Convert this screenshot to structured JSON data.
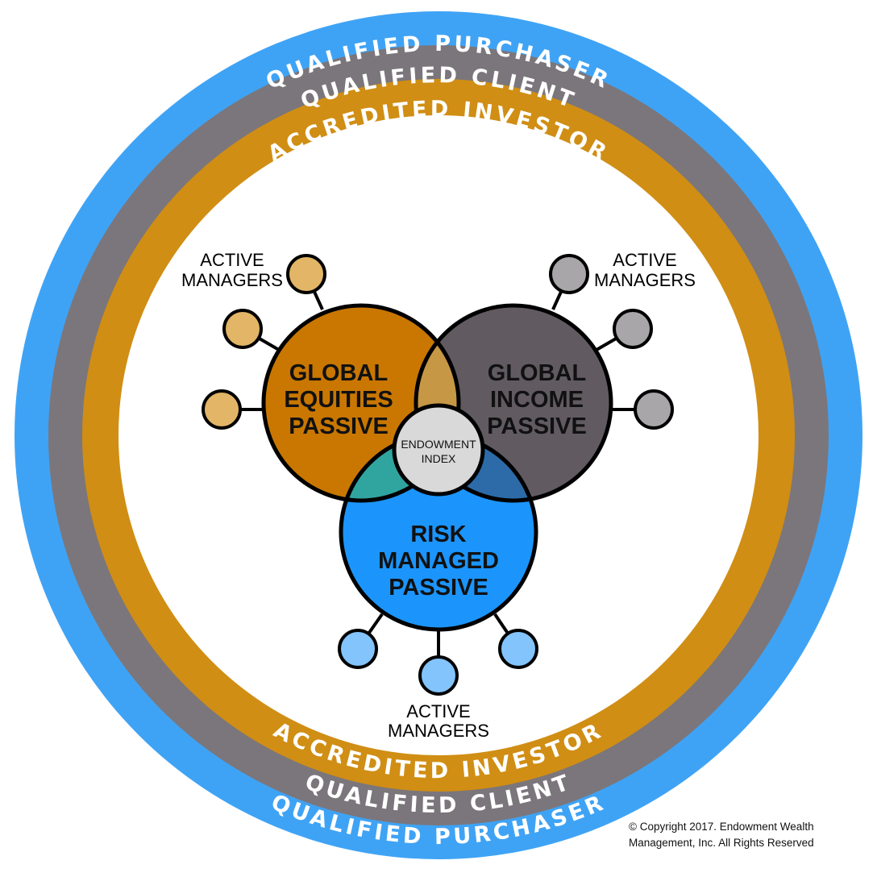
{
  "rings": {
    "outer": {
      "label": "QUALIFIED PURCHASER",
      "color": "#3fa3f5"
    },
    "middle": {
      "label": "QUALIFIED CLIENT",
      "color": "#7b767b"
    },
    "inner": {
      "label": "ACCREDITED INVESTOR",
      "color": "#d08e14"
    }
  },
  "circles": {
    "equities": {
      "lines": [
        "GLOBAL",
        "EQUITIES",
        "PASSIVE"
      ],
      "color": "#c97701",
      "satellite_color": "#e2b567"
    },
    "income": {
      "lines": [
        "GLOBAL",
        "INCOME",
        "PASSIVE"
      ],
      "color": "#615b61",
      "satellite_color": "#a8a6a8"
    },
    "risk": {
      "lines": [
        "RISK",
        "MANAGED",
        "PASSIVE"
      ],
      "color": "#1b95fc",
      "satellite_color": "#83c4fc"
    }
  },
  "overlaps": {
    "equities_income": "#c69745",
    "equities_risk": "#30a5a0",
    "income_risk": "#2c6ba8"
  },
  "center": {
    "lines": [
      "ENDOWMENT",
      "INDEX"
    ],
    "color": "#d9d9d9"
  },
  "active_managers": {
    "lines": [
      "ACTIVE",
      "MANAGERS"
    ]
  },
  "copyright": {
    "line1": "© Copyright 2017.  Endowment Wealth",
    "line2": "Management, Inc.  All Rights Reserved"
  }
}
